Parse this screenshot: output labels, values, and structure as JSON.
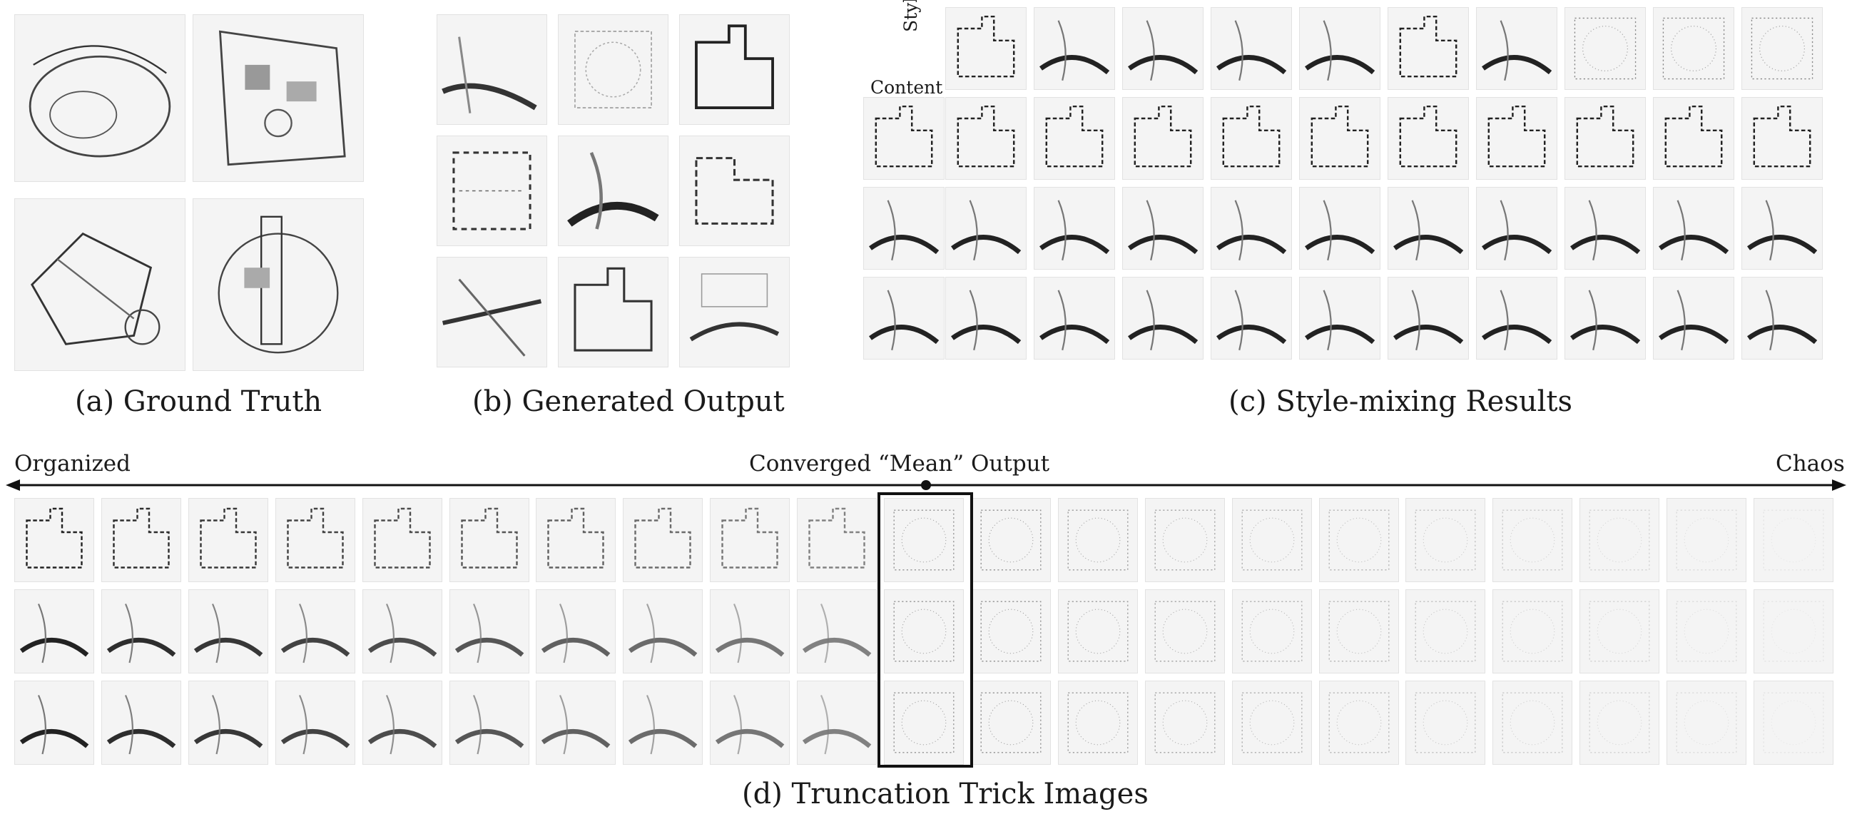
{
  "captions": {
    "a": "(a) Ground Truth",
    "b": "(b) Generated Output",
    "c": "(c) Style-mixing Results",
    "d": "(d) Truncation Trick Images"
  },
  "style_mixing": {
    "style_label": "Style",
    "content_label": "Content"
  },
  "truncation": {
    "left_label": "Organized",
    "center_label": "Converged “Mean” Output",
    "right_label": "Chaos"
  },
  "colors": {
    "ink": "#1a1a1a",
    "tile_bg": "#f4f4f4"
  }
}
